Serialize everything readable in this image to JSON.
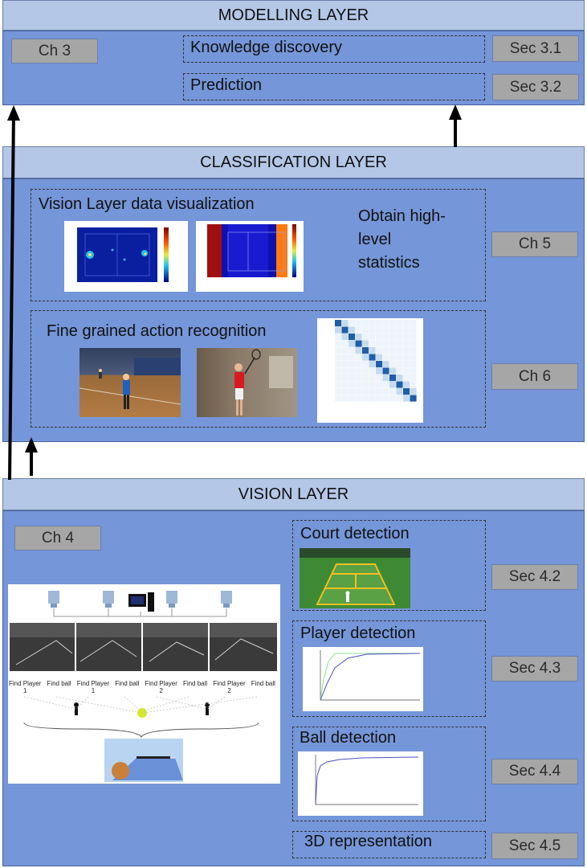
{
  "modelling": {
    "title": "MODELLING LAYER",
    "chapter": "Ch 3",
    "items": [
      {
        "label": "Knowledge discovery",
        "section": "Sec 3.1"
      },
      {
        "label": "Prediction",
        "section": "Sec 3.2"
      }
    ]
  },
  "classification": {
    "title": "CLASSIFICATION LAYER",
    "visualization": {
      "label": "Vision Layer data visualization",
      "note": "Obtain high-level statistics",
      "chapter": "Ch 5"
    },
    "recognition": {
      "label": "Fine grained action recognition",
      "chapter": "Ch 6"
    }
  },
  "vision": {
    "title": "VISION LAYER",
    "chapter": "Ch 4",
    "setup_labels": [
      "Find Player 1",
      "Find ball",
      "Find Player 1",
      "Find ball",
      "Find Player 2",
      "Find ball",
      "Find Player 2",
      "Find ball"
    ],
    "sections": [
      {
        "label": "Court detection",
        "section": "Sec 4.2"
      },
      {
        "label": "Player detection",
        "section": "Sec 4.3"
      },
      {
        "label": "Ball detection",
        "section": "Sec 4.4"
      },
      {
        "label": "3D representation",
        "section": "Sec 4.5"
      }
    ]
  },
  "colors": {
    "layer_title": "#b4c7e7",
    "layer_body": "#7596d8",
    "chapter_box": "#a6a6a6"
  }
}
